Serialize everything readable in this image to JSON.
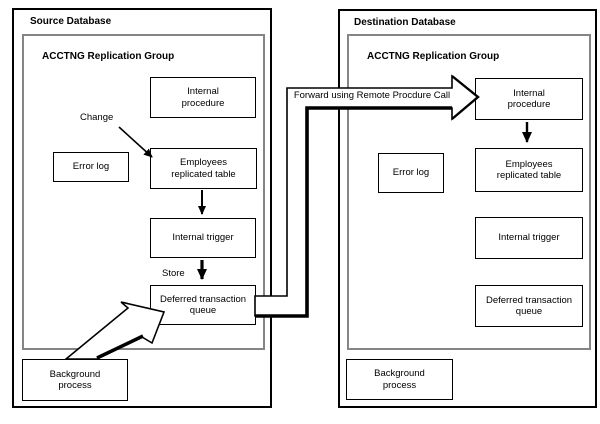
{
  "source": {
    "title": "Source Database",
    "group_title": "ACCTNG Replication Group",
    "internal_procedure": "Internal\nprocedure",
    "employees_table": "Employees\nreplicated table",
    "error_log": "Error log",
    "internal_trigger": "Internal trigger",
    "deferred_queue": "Deferred transaction\nqueue",
    "background_process": "Background\nprocess",
    "change_label": "Change",
    "store_label": "Store"
  },
  "destination": {
    "title": "Destination Database",
    "group_title": "ACCTNG Replication Group",
    "internal_procedure": "Internal\nprocedure",
    "employees_table": "Employees\nreplicated table",
    "error_log": "Error log",
    "internal_trigger": "Internal trigger",
    "deferred_queue": "Deferred transaction\nqueue",
    "background_process": "Background\nprocess"
  },
  "connector": {
    "forward_label": "Forward using Remote Procdure Call"
  },
  "colors": {
    "line": "#000000",
    "group_border": "#858585",
    "background": "#ffffff"
  }
}
